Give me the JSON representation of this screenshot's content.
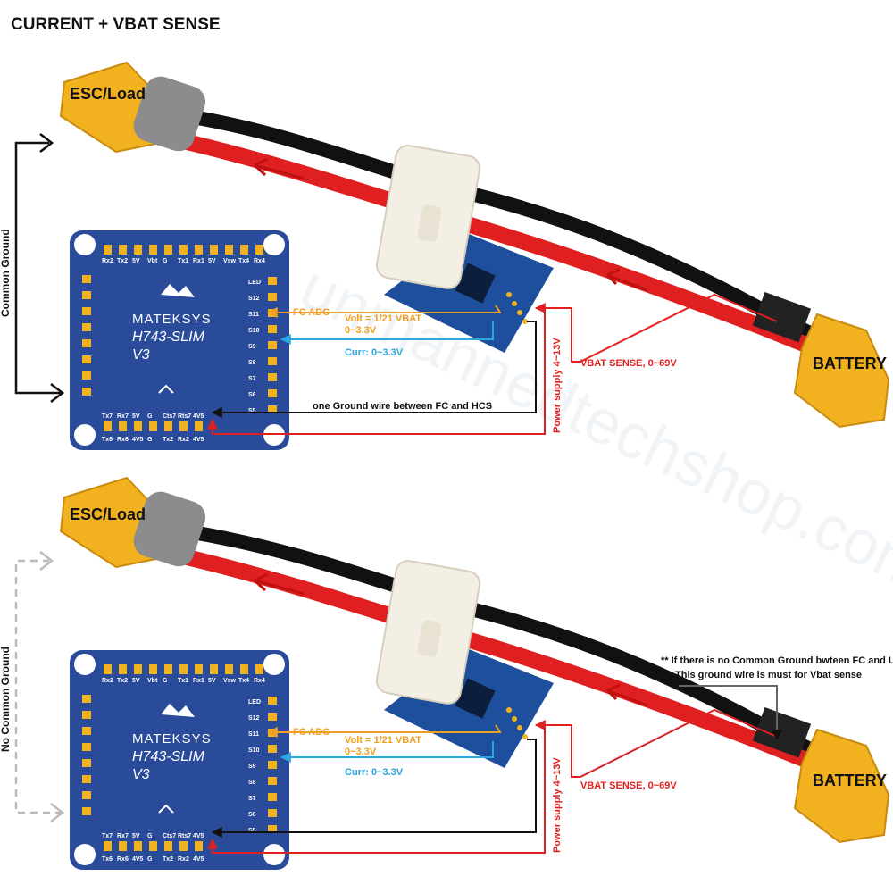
{
  "title": "CURRENT + VBAT SENSE",
  "diagrams": [
    {
      "ground_label": "Common Ground",
      "esc_label": "ESC/Load",
      "battery_label": "BATTERY",
      "fc": {
        "brand": "MATEKSYS",
        "model": "H743-SLIM",
        "version": "V3"
      },
      "fc_adc": "FC ADC",
      "volt": "Volt = 1/21 VBAT",
      "volt_range": "0~3.3V",
      "curr": "Curr: 0~3.3V",
      "ground_wire": "one Ground wire between FC and HCS",
      "power_supply": "Power supply 4~13V",
      "vbat_sense": "VBAT SENSE, 0~69V"
    },
    {
      "ground_label": "No Common Ground",
      "esc_label": "ESC/Load",
      "battery_label": "BATTERY",
      "fc": {
        "brand": "MATEKSYS",
        "model": "H743-SLIM",
        "version": "V3"
      },
      "fc_adc": "FC ADC",
      "volt": "Volt = 1/21 VBAT",
      "volt_range": "0~3.3V",
      "curr": "Curr: 0~3.3V",
      "power_supply": "Power supply 4~13V",
      "vbat_sense": "VBAT SENSE, 0~69V",
      "note_line1": "** If there is no Common Ground bwteen FC and L",
      "note_line2": "This ground wire is must for Vbat sense"
    }
  ],
  "pin_labels": {
    "top_row": [
      "Rx2",
      "Tx2",
      "5V",
      "Vbt",
      "G",
      "Tx1",
      "Rx1",
      "5V",
      "Vsw",
      "Tx4",
      "Rx4"
    ],
    "bottom_row": [
      "Tx7",
      "Rx7",
      "5V",
      "G",
      "Cts7",
      "Rts7",
      "4V5"
    ],
    "bottom_row2": [
      "Tx6",
      "Rx6",
      "4V5",
      "G",
      "Tx2",
      "Rx2",
      "4V5"
    ],
    "right_col": [
      "LED",
      "S12",
      "S11",
      "S10",
      "S9",
      "S8",
      "S7",
      "S6",
      "S5"
    ]
  },
  "watermark": "unmannedtechshop.com",
  "colors": {
    "board": "#2a4a9a",
    "connector": "#f2b11f",
    "red_wire": "#e02020",
    "black_wire": "#111111",
    "orange": "#f0a020",
    "blue": "#2aa6e0",
    "sensor": "#f3efe4",
    "hcs_board": "#1e4f9c"
  }
}
